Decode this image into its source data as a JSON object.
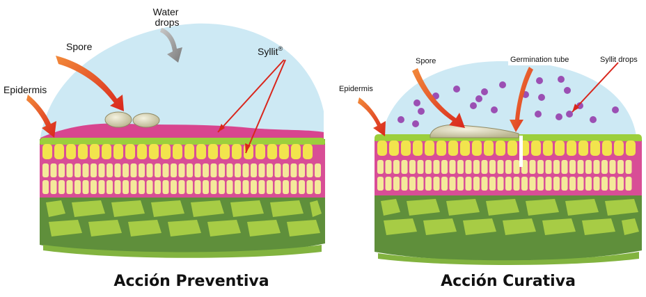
{
  "left_panel": {
    "labels": {
      "water": [
        "Water",
        "drops"
      ],
      "spore": "Spore",
      "syllit": "Syllit",
      "syllit_mark": "®",
      "epidermis": "Epidermis"
    },
    "caption": "Acción Preventiva"
  },
  "right_panel": {
    "labels": {
      "spore": "Spore",
      "germination": "Germination tube",
      "syllit_drops": "Syllit drops",
      "epidermis": "Epidermis"
    },
    "caption": "Acción Curativa"
  },
  "colors": {
    "drop": "#cde9f4",
    "film": "#d8458f",
    "cuticle": "#9ccf3c",
    "epidermis_cell": "#f2e44d",
    "pink_layer": "#d84e96",
    "palisade_cell": "#f4e99a",
    "mesophyll_bg": "#5f8f3b",
    "mesophyll_cell": "#a7cc45",
    "arrow_red": "#d9261c",
    "dot_purple": "#9b4fb3"
  }
}
